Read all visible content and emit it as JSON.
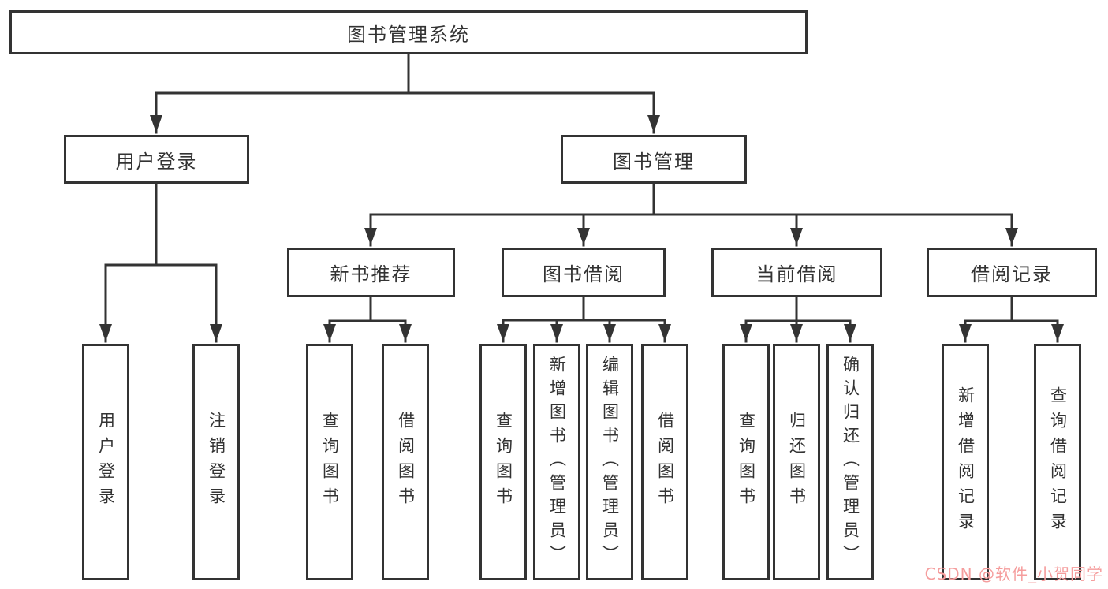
{
  "title": "图书管理系统",
  "watermark": {
    "text": "CSDN @软件_小贺同学",
    "color": "#f59d9d"
  },
  "colors": {
    "line": "#333333",
    "box_border": "#333333",
    "text": "#333333",
    "background": "#ffffff",
    "watermark": "#f59d9d"
  },
  "nodes": {
    "root": {
      "label": "图书管理系统"
    },
    "level2": [
      {
        "label": "用户登录",
        "parent": "图书管理系统"
      },
      {
        "label": "图书管理",
        "parent": "图书管理系统"
      }
    ],
    "level3": [
      {
        "label": "新书推荐",
        "parent": "图书管理"
      },
      {
        "label": "图书借阅",
        "parent": "图书管理"
      },
      {
        "label": "当前借阅",
        "parent": "图书管理"
      },
      {
        "label": "借阅记录",
        "parent": "图书管理"
      }
    ],
    "leaves": [
      {
        "label": "用户登录",
        "parent": "用户登录"
      },
      {
        "label": "注销登录",
        "parent": "用户登录"
      },
      {
        "label": "查询图书",
        "parent": "新书推荐"
      },
      {
        "label": "借阅图书",
        "parent": "新书推荐"
      },
      {
        "label": "查询图书",
        "parent": "图书借阅"
      },
      {
        "label": "新增图书（管理员）",
        "parent": "图书借阅"
      },
      {
        "label": "编辑图书（管理员）",
        "parent": "图书借阅"
      },
      {
        "label": "借阅图书",
        "parent": "图书借阅"
      },
      {
        "label": "查询图书",
        "parent": "当前借阅"
      },
      {
        "label": "归还图书",
        "parent": "当前借阅"
      },
      {
        "label": "确认归还（管理员）",
        "parent": "当前借阅"
      },
      {
        "label": "新增借阅记录",
        "parent": "借阅记录"
      },
      {
        "label": "查询借阅记录",
        "parent": "借阅记录"
      }
    ]
  }
}
